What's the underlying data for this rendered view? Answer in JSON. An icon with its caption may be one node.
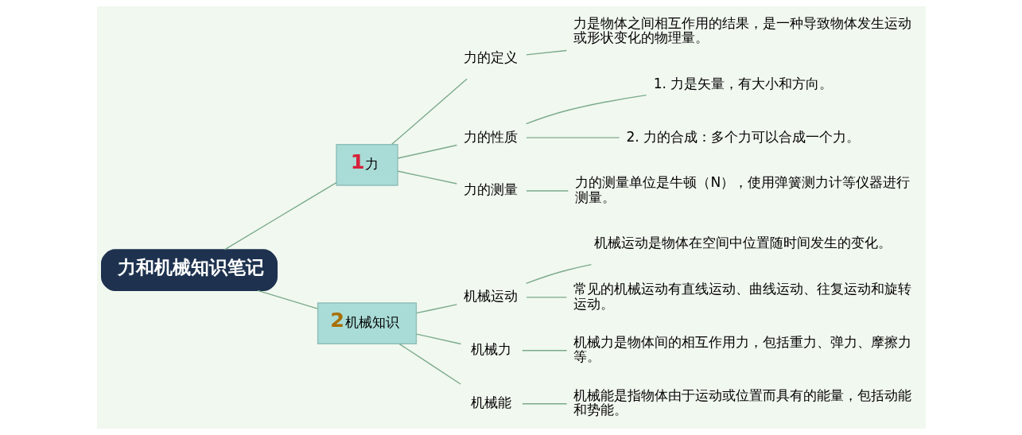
{
  "diagram": {
    "nodes": [
      {
        "text": [
          "力和机械知识笔记"
        ]
      },
      {
        "text": [
          "1",
          "力"
        ]
      },
      {
        "text": [
          "力的定义"
        ]
      },
      {
        "text": [
          "力是物体之间相互作用的结果，是一种导致物体发生运动或形状变化的物理量。"
        ]
      },
      {
        "text": [
          "力的性质"
        ]
      },
      {
        "text": [
          "1. 力是矢量，有大小和方向。"
        ]
      },
      {
        "text": [
          "2. 力的合成：多个力可以合成一个力。"
        ]
      },
      {
        "text": [
          "力的测量"
        ]
      },
      {
        "text": [
          "力的测量单位是牛顿（N），使用弹簧测力计等仪器进行测量。"
        ]
      },
      {
        "text": [
          "2",
          "机械知识"
        ]
      },
      {
        "text": [
          "机械运动"
        ]
      },
      {
        "text": [
          "机械运动是物体在空间中位置随时间发生的变化。"
        ]
      },
      {
        "text": [
          "常见的机械运动有直线运动、曲线运动、往复运动和旋转运动。"
        ]
      },
      {
        "text": [
          "机械力"
        ]
      },
      {
        "text": [
          "机械力是物体间的相互作用力，包括重力、弹力、摩擦力等。"
        ]
      },
      {
        "text": [
          "机械能"
        ]
      },
      {
        "text": [
          "机械能是指物体由于运动或位置而具有的能量，包括动能和势能。"
        ]
      }
    ],
    "edges": [
      {
        "from": 0,
        "to": 1,
        "arrow": "none"
      },
      {
        "from": 1,
        "to": 2,
        "arrow": "none"
      },
      {
        "from": 2,
        "to": 3,
        "arrow": "none"
      },
      {
        "from": 1,
        "to": 4,
        "arrow": "none"
      },
      {
        "from": 4,
        "to": 5,
        "arrow": "none"
      },
      {
        "from": 4,
        "to": 6,
        "arrow": "none"
      },
      {
        "from": 1,
        "to": 7,
        "arrow": "none"
      },
      {
        "from": 7,
        "to": 8,
        "arrow": "none"
      },
      {
        "from": 0,
        "to": 9,
        "arrow": "none"
      },
      {
        "from": 9,
        "to": 10,
        "arrow": "none"
      },
      {
        "from": 10,
        "to": 11,
        "arrow": "none"
      },
      {
        "from": 10,
        "to": 12,
        "arrow": "none"
      },
      {
        "from": 9,
        "to": 13,
        "arrow": "none"
      },
      {
        "from": 13,
        "to": 14,
        "arrow": "none"
      },
      {
        "from": 9,
        "to": 15,
        "arrow": "none"
      },
      {
        "from": 15,
        "to": 16,
        "arrow": "none"
      }
    ]
  }
}
